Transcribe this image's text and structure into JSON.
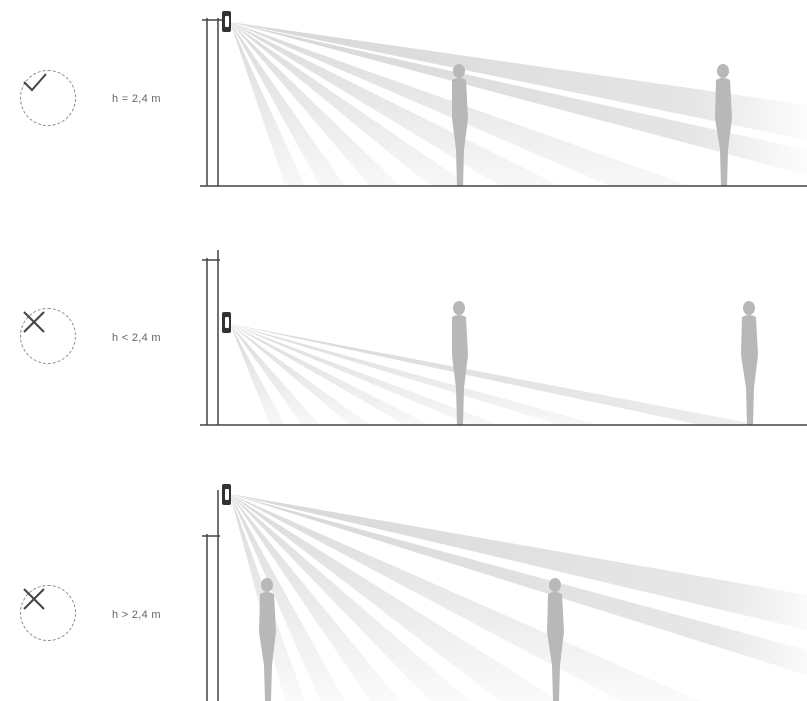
{
  "panels": [
    {
      "id": "ok",
      "status": "correct",
      "status_icon": "check-icon",
      "label": "h = 2,4 m"
    },
    {
      "id": "low",
      "status": "incorrect",
      "status_icon": "cross-icon",
      "label": "h < 2,4 m"
    },
    {
      "id": "high",
      "status": "incorrect",
      "status_icon": "cross-icon",
      "label": "h > 2,4 m"
    }
  ],
  "colors": {
    "beam": "#cfcfcf",
    "person": "#b4b4b4",
    "line": "#444444",
    "icon": "#444444"
  }
}
